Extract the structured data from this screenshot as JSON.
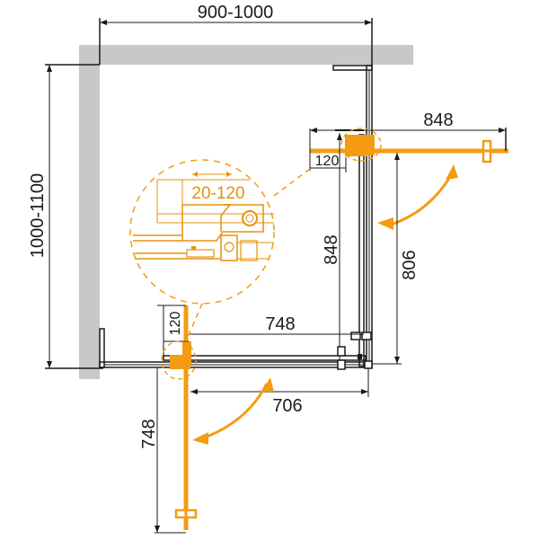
{
  "diagram": {
    "type": "shower-enclosure-plan",
    "colors": {
      "wall": "#c8c8c8",
      "line": "#1a1a1a",
      "accent": "#f39c12",
      "accent_dark": "#e8900a",
      "background": "#ffffff"
    },
    "dimensions": {
      "width_range": "900-1000",
      "depth_range": "1000-1100",
      "right_door_width": "848",
      "right_side_length": "848",
      "right_side_inner": "806",
      "bottom_door_width": "748",
      "bottom_side_inner": "706",
      "bottom_open_door": "748",
      "offset_top": "120",
      "offset_left": "120",
      "detail_adjust": "20-120"
    },
    "icons": {
      "swing_arrow_right": "double-arrow-arc",
      "swing_arrow_bottom": "double-arrow-arc",
      "detail_callout": "dashed-circle",
      "door_handle": "rectangle-handle"
    }
  }
}
